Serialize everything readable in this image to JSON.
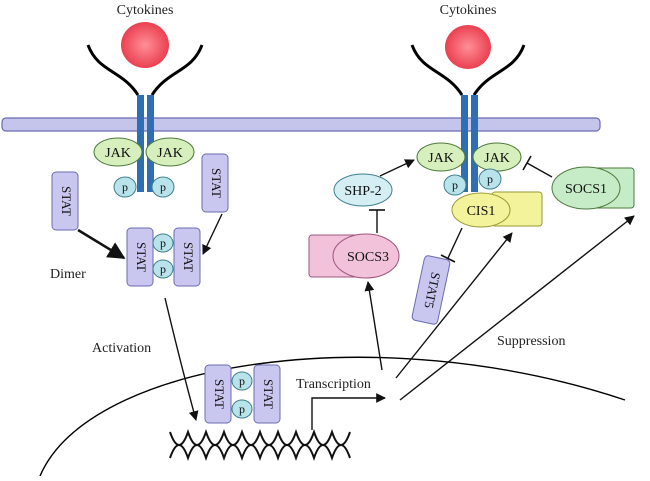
{
  "left": {
    "cytokine_label": "Cytokines",
    "jak_labels": [
      "JAK",
      "JAK"
    ],
    "p_labels": [
      "p",
      "p"
    ],
    "stat_monomer_labels": [
      "STAT",
      "STAT"
    ],
    "stat_dimer_labels": [
      "STAT",
      "STAT"
    ],
    "dimer_p_labels": [
      "p",
      "p"
    ],
    "dimer_label": "Dimer"
  },
  "right": {
    "cytokine_label": "Cytokines",
    "jak_labels": [
      "JAK",
      "JAK"
    ],
    "p_labels": [
      "p",
      "p"
    ],
    "shp2_label": "SHP-2",
    "socs3_label": "SOCS3",
    "cis1_label": "CIS1",
    "socs1_label": "SOCS1",
    "stat5_label": "STAT5"
  },
  "nucleus": {
    "activation_label": "Activation",
    "suppression_label": "Suppression",
    "transcription_label": "Transcription",
    "stat_dimer_labels": [
      "STAT",
      "STAT"
    ],
    "dimer_p_labels": [
      "p",
      "p"
    ]
  },
  "colors": {
    "membrane": "#c5c5ec",
    "membrane_stroke": "#6b6bb0",
    "cytokine": "#ef4f5d",
    "receptor": "#2e6fb3",
    "jak": "#d6efbd",
    "phospho": "#b8e3ea",
    "stat": "#c9c7ef",
    "shp2": "#d4eef3",
    "socs3": "#f1c2d9",
    "cis1": "#f2f39a",
    "socs1": "#c6ecc7"
  }
}
